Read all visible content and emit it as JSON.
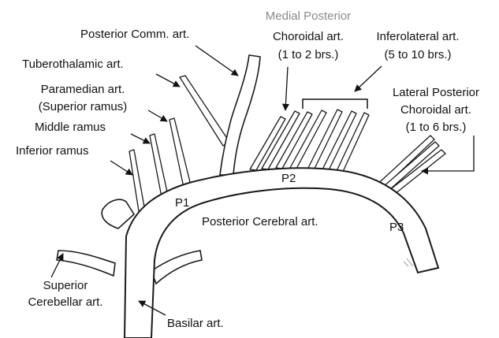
{
  "colors": {
    "ink": "#111111",
    "vessel_outline": "#1a1a1a",
    "vessel_fill": "#ffffff",
    "background": "#ffffff"
  },
  "labels": {
    "posterior_comm": "Posterior Comm. art.",
    "medial_posterior_line1": "Medial Posterior",
    "medial_posterior_line2": "Choroidal art.",
    "medial_posterior_line3": "(1 to 2 brs.)",
    "inferolateral_line1": "Inferolateral art.",
    "inferolateral_line2": "(5 to 10 brs.)",
    "tuberothalamic": "Tuberothalamic art.",
    "paramedian_line1": "Paramedian art.",
    "paramedian_line2": "(Superior ramus)",
    "middle_ramus": "Middle ramus",
    "inferior_ramus": "Inferior ramus",
    "lateral_posterior_line1": "Lateral Posterior",
    "lateral_posterior_line2": "Choroidal art.",
    "lateral_posterior_line3": "(1 to 6 brs.)",
    "p1": "P1",
    "p2": "P2",
    "p3": "P3",
    "posterior_cerebral": "Posterior Cerebral art.",
    "superior_cerebellar_line1": "Superior",
    "superior_cerebellar_line2": "Cerebellar art.",
    "basilar": "Basilar art."
  }
}
